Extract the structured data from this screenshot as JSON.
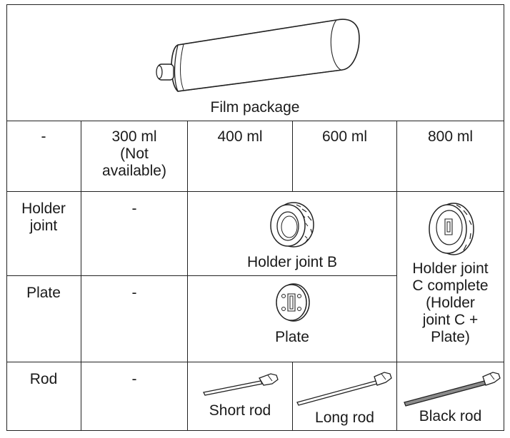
{
  "header": {
    "label": "Film package"
  },
  "columns": [
    "-",
    "300 ml\n(Not\navailable)",
    "400 ml",
    "600 ml",
    "800 ml"
  ],
  "rows": {
    "holder_joint": {
      "label": "Holder\njoint",
      "col300": "-",
      "shared_400_600": "Holder joint B"
    },
    "plate": {
      "label": "Plate",
      "col300": "-",
      "shared_400_600": "Plate"
    },
    "holder_c": {
      "label": "Holder joint\nC complete\n(Holder\njoint C +\nPlate)"
    },
    "rod": {
      "label": "Rod",
      "col300": "-",
      "col400": "Short rod",
      "col600": "Long rod",
      "col800": "Black rod"
    }
  },
  "icons": [
    "film-package-icon",
    "holder-joint-b-icon",
    "holder-joint-c-icon",
    "plate-icon",
    "short-rod-icon",
    "long-rod-icon",
    "black-rod-icon"
  ]
}
